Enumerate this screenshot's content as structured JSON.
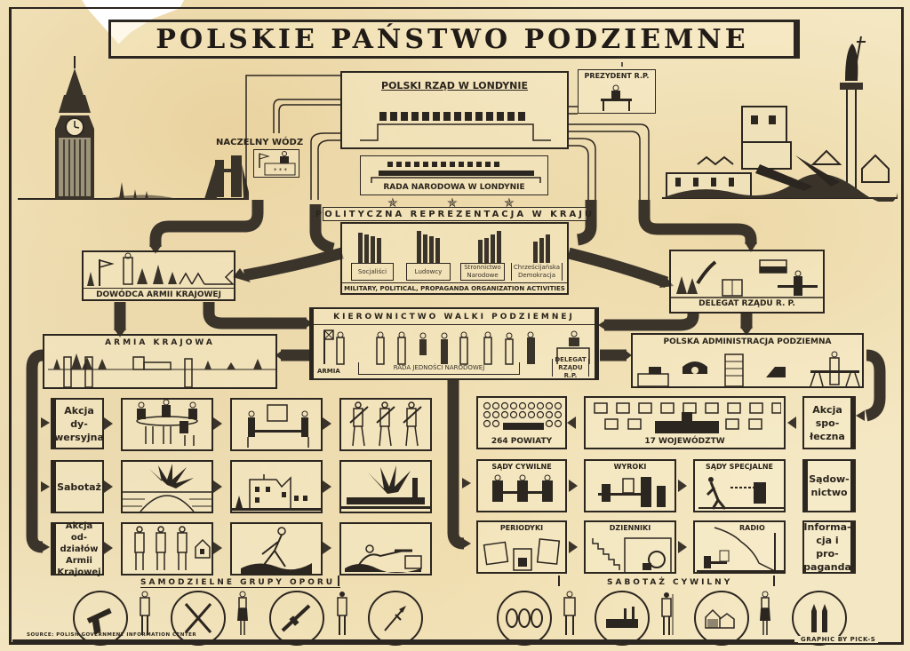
{
  "poster": {
    "title": "POLSKIE PAŃSTWO PODZIEMNE",
    "source": "SOURCE: POLISH GOVERNMENT INFORMATION CENTER",
    "credit": "GRAPHIC BY PICK-S"
  },
  "london": {
    "government": "POLSKI RZĄD W LONDYNIE",
    "president": "PREZYDENT R.P.",
    "commander": "NACZELNY WÓDZ",
    "national_council": "RADA NARODOWA W LONDYNIE"
  },
  "political_representation": {
    "title": "POLITYCZNA REPREZENTACJA W KRAJU",
    "parties": [
      "Socjaliści",
      "Ludowcy",
      "Stronnictwo Narodowe",
      "Chrześcijańska Demokracja"
    ],
    "caption": "MILITARY, POLITICAL, PROPAGANDA ORGANIZATION ACTIVITIES"
  },
  "leadership": {
    "title": "KIEROWNICTWO WALKI PODZIEMNEJ",
    "army": "ARMIA",
    "council": "RADA JEDNOŚCI NARODOWEJ",
    "delegate": "DELEGAT RZĄDU R.P."
  },
  "military": {
    "commander": "DOWÓDCA ARMII KRAJOWEJ",
    "army": "ARMIA KRAJOWA",
    "rows": [
      {
        "label": "Akcja dy- wersyjna"
      },
      {
        "label": "Sabotaż"
      },
      {
        "label": "Akcja od- działów Armii Krajowej"
      }
    ],
    "footer": "SAMODZIELNE GRUPY OPORU"
  },
  "civil": {
    "delegate": "DELEGAT RZĄDU R. P.",
    "administration": "POLSKA ADMINISTRACJA PODZIEMNA",
    "counties": "264 POWIATY",
    "provinces": "17 WOJEWÓDZTW",
    "civil_courts": "SĄDY CYWILNE",
    "sentences": "WYROKI",
    "special_courts": "SĄDY SPECJALNE",
    "periodicals": "PERIODYKI",
    "dailies": "DZIENNIKI",
    "radio": "RADIO",
    "side": [
      "Akcja spo- łeczna",
      "Sądow- nictwo",
      "Informa- cja i pro- paganda"
    ],
    "footer": "SABOTAŻ CYWILNY"
  },
  "icons": {
    "left": [
      "pistol-icon",
      "man-figure",
      "crossed-rifles-icon",
      "woman-figure",
      "submachine-gun-icon",
      "man-figure",
      "dagger-icon"
    ],
    "right": [
      "grenades-icon",
      "worker-figure",
      "factory-icon",
      "farmer-figure",
      "houses-icon",
      "woman-figure",
      "bullets-icon"
    ]
  },
  "colors": {
    "paper": "#f4e8c4",
    "ink": "#2c2620",
    "pipe": "#3b342b"
  }
}
